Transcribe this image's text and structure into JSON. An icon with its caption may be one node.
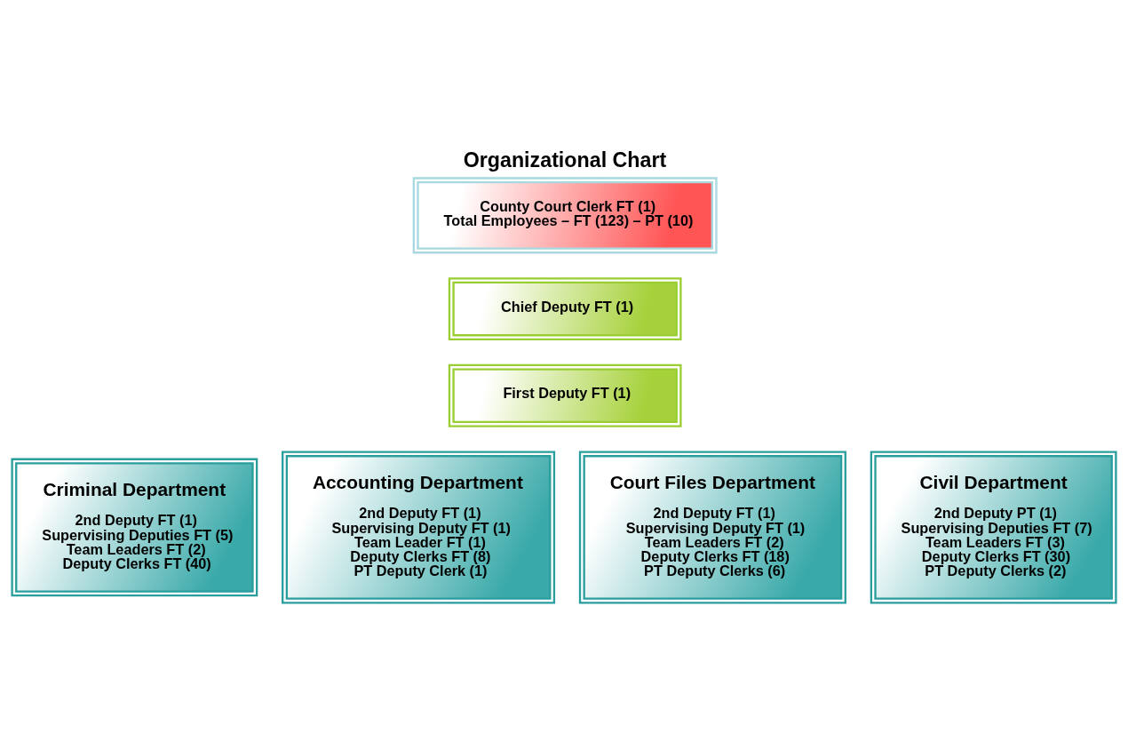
{
  "diagram": {
    "title": "Organizational Chart",
    "nodes": [
      {
        "text": [
          "County Court Clerk FT (1)",
          "Total Employees – FT (123) – PT (10)"
        ]
      },
      {
        "text": [
          "Chief Deputy FT (1)"
        ]
      },
      {
        "text": [
          "First Deputy FT (1)"
        ]
      },
      {
        "text": [
          "Criminal Department",
          "2nd Deputy FT (1)",
          "Supervising Deputies FT (5)",
          "Team Leaders FT (2)",
          "Deputy Clerks FT (40)"
        ]
      },
      {
        "text": [
          "Accounting Department",
          "2nd Deputy FT (1)",
          "Supervising Deputy FT (1)",
          "Team Leader FT (1)",
          "Deputy Clerks FT (8)",
          "PT Deputy Clerk (1)"
        ]
      },
      {
        "text": [
          "Court Files Department",
          "2nd Deputy FT (1)",
          "Supervising Deputy FT (1)",
          "Team Leaders FT (2)",
          "Deputy Clerks FT (18)",
          "PT Deputy Clerks (6)"
        ]
      },
      {
        "text": [
          "Civil Department",
          "2nd Deputy PT (1)",
          "Supervising Deputies FT (7)",
          "Team Leaders FT (3)",
          "Deputy Clerks FT (30)",
          "PT Deputy Clerks (2)"
        ]
      }
    ]
  }
}
